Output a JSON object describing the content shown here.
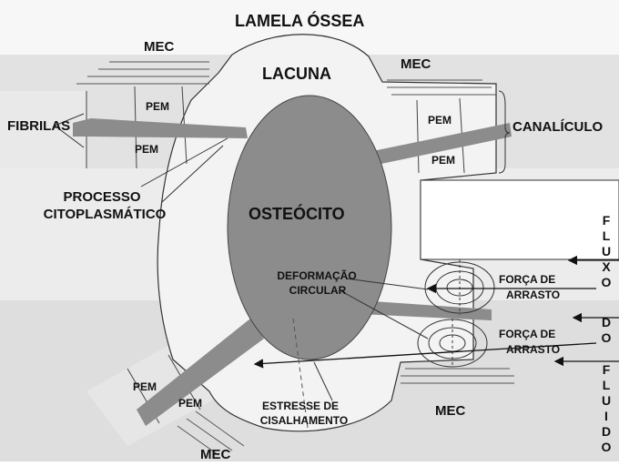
{
  "diagram": {
    "title": "LAMELA ÓSSEA",
    "labels": {
      "lacuna": "LACUNA",
      "osteocito": "OSTEÓCITO",
      "mec_top_left": "MEC",
      "mec_top_right": "MEC",
      "mec_bottom_right": "MEC",
      "mec_bottom_left": "MEC",
      "pem_1": "PEM",
      "pem_2": "PEM",
      "pem_3": "PEM",
      "pem_4": "PEM",
      "pem_5": "PEM",
      "pem_6": "PEM",
      "fibrilas": "FIBRILAS",
      "canaliculo": "CANALÍCULO",
      "processo_line1": "PROCESSO",
      "processo_line2": "CITOPLASMÁTICO",
      "deformacao_line1": "DEFORMAÇÃO",
      "deformacao_line2": "CIRCULAR",
      "forca1_line1": "FORÇA DE",
      "forca1_line2": "ARRASTO",
      "forca2_line1": "FORÇA DE",
      "forca2_line2": "ARRASTO",
      "estresse_line1": "ESTRESSE DE",
      "estresse_line2": "CISALHAMENTO"
    },
    "fluxo_letters": [
      "F",
      "L",
      "U",
      "X",
      "O"
    ],
    "do_letters": [
      "D",
      "O"
    ],
    "fluido_letters": [
      "F",
      "L",
      "U",
      "I",
      "D",
      "O"
    ],
    "colors": {
      "background": "#ffffff",
      "band": "#e6e6e6",
      "band_dark": "#d2d2d2",
      "lacuna": "#f4f4f4",
      "cell": "#8c8c8c",
      "process": "#8c8c8c",
      "line": "#222222"
    }
  }
}
